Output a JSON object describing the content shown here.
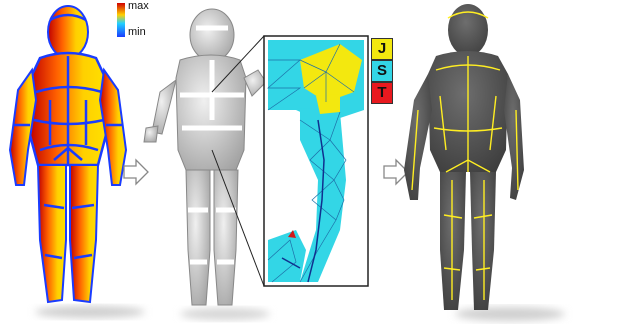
{
  "colors": {
    "scalar_max": "#d10000",
    "scalar_mid": "#ffd000",
    "scalar_min": "#1a3cff",
    "segment_boundary": "#0044cc",
    "mesh_gray": "#b9b9b9",
    "mesh_dark": "#4a4a4a",
    "seam_yellow": "#ffee22",
    "inset_cyan": "#33d6e6",
    "inset_yellow": "#f3e80f",
    "tag_j": "#f3e80f",
    "tag_s": "#33d6e6",
    "tag_t": "#e8191f"
  },
  "legend": {
    "max_label": "max",
    "min_label": "min"
  },
  "tags": [
    {
      "label": "J",
      "color_key": "tag_j"
    },
    {
      "label": "S",
      "color_key": "tag_s"
    },
    {
      "label": "T",
      "color_key": "tag_t"
    }
  ],
  "icons": {
    "step_arrow_1": "hollow-right-arrow",
    "step_arrow_2": "hollow-right-arrow"
  }
}
